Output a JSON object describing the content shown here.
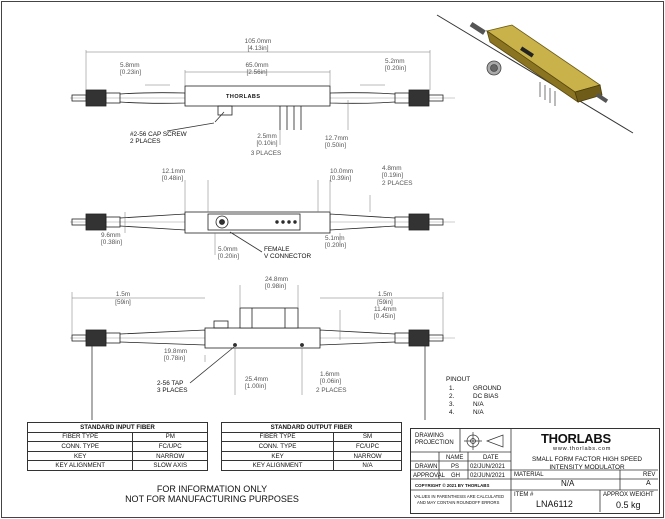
{
  "views": {
    "top": {
      "overall_length": "105.0mm",
      "overall_length_in": "[4.13in]",
      "body_length": "65.0mm",
      "body_length_in": "[2.56in]",
      "left_boot": "5.8mm",
      "left_boot_in": "[0.23in]",
      "right_boot": "5.2mm",
      "right_boot_in": "[0.20in]",
      "screw_note_1": "#2-56 CAP SCREW",
      "screw_note_2": "2 PLACES",
      "pin_pitch": "2.5mm",
      "pin_pitch_in": "[0.10in]",
      "pin_places": "3 PLACES",
      "pin_offset": "12.7mm",
      "pin_offset_in": "[0.50in]",
      "brand_mark": "THORLABS"
    },
    "middle": {
      "left_width": "12.1mm",
      "left_width_in": "[0.48in]",
      "right_width": "10.0mm",
      "right_width_in": "[0.39in]",
      "right_tab": "4.8mm",
      "right_tab_in": "[0.19in]",
      "right_tab_places": "2 PLACES",
      "left_height": "9.6mm",
      "left_height_in": "[0.38in]",
      "conn_offset": "5.0mm",
      "conn_offset_in": "[0.20in]",
      "female_label_1": "FEMALE",
      "female_label_2": "V CONNECTOR",
      "right_offset": "5.1mm",
      "right_offset_in": "[0.20in]"
    },
    "bottom": {
      "left_fiber": "1.5m",
      "left_fiber_in": "[59in]",
      "right_fiber": "1.5m",
      "right_fiber_in": "[59in]",
      "tab_width": "24.8mm",
      "tab_width_in": "[0.98in]",
      "tab_height": "11.4mm",
      "tab_height_in": "[0.45in]",
      "body_height": "19.8mm",
      "body_height_in": "[0.78in]",
      "tap_note_1": "2-56 TAP",
      "tap_note_2": "3 PLACES",
      "hole_pitch": "25.4mm",
      "hole_pitch_in": "[1.00in]",
      "hole_dia": "1.6mm",
      "hole_dia_in": "[0.06in]",
      "hole_places": "2 PLACES"
    }
  },
  "pinout": {
    "title": "PINOUT",
    "pins": [
      {
        "num": "1.",
        "name": "GROUND"
      },
      {
        "num": "2.",
        "name": "DC BIAS"
      },
      {
        "num": "3.",
        "name": "N/A"
      },
      {
        "num": "4.",
        "name": "N/A"
      }
    ]
  },
  "input_fiber": {
    "title": "STANDARD INPUT FIBER",
    "rows": [
      [
        "FIBER TYPE",
        "PM"
      ],
      [
        "CONN. TYPE",
        "FC/UPC"
      ],
      [
        "KEY",
        "NARROW"
      ],
      [
        "KEY ALIGNMENT",
        "SLOW AXIS"
      ]
    ]
  },
  "output_fiber": {
    "title": "STANDARD OUTPUT FIBER",
    "rows": [
      [
        "FIBER TYPE",
        "SM"
      ],
      [
        "CONN. TYPE",
        "FC/UPC"
      ],
      [
        "KEY",
        "NARROW"
      ],
      [
        "KEY ALIGNMENT",
        "N/A"
      ]
    ]
  },
  "notice": {
    "line1": "FOR INFORMATION ONLY",
    "line2": "NOT FOR MANUFACTURING PURPOSES"
  },
  "title_block": {
    "drawing_projection_1": "DRAWING",
    "drawing_projection_2": "PROJECTION",
    "logo": "THORLABS",
    "website": "www.thorlabs.com",
    "name_hdr": "NAME",
    "date_hdr": "DATE",
    "drawn_label": "DRAWN",
    "drawn_name": "PS",
    "drawn_date": "02/JUN/2021",
    "approval_label": "APPROVAL",
    "approval_name": "GH",
    "approval_date": "02/JUN/2021",
    "title_1": "SMALL FORM FACTOR HIGH SPEED",
    "title_2": "INTENSITY MODULATOR",
    "material_label": "MATERIAL",
    "material_value": "N/A",
    "rev_label": "REV",
    "rev_value": "A",
    "copyright": "COPYRIGHT © 2021 BY THORLABS",
    "disclaimer_1": "VALUES IN PARENTHESIS ARE CALCULATED",
    "disclaimer_2": "AND MAY CONTAIN ROUNDOFF ERRORS",
    "item_label": "ITEM #",
    "item_value": "LNA6112",
    "weight_label": "APPROX WEIGHT",
    "weight_value": "0.5 kg"
  }
}
